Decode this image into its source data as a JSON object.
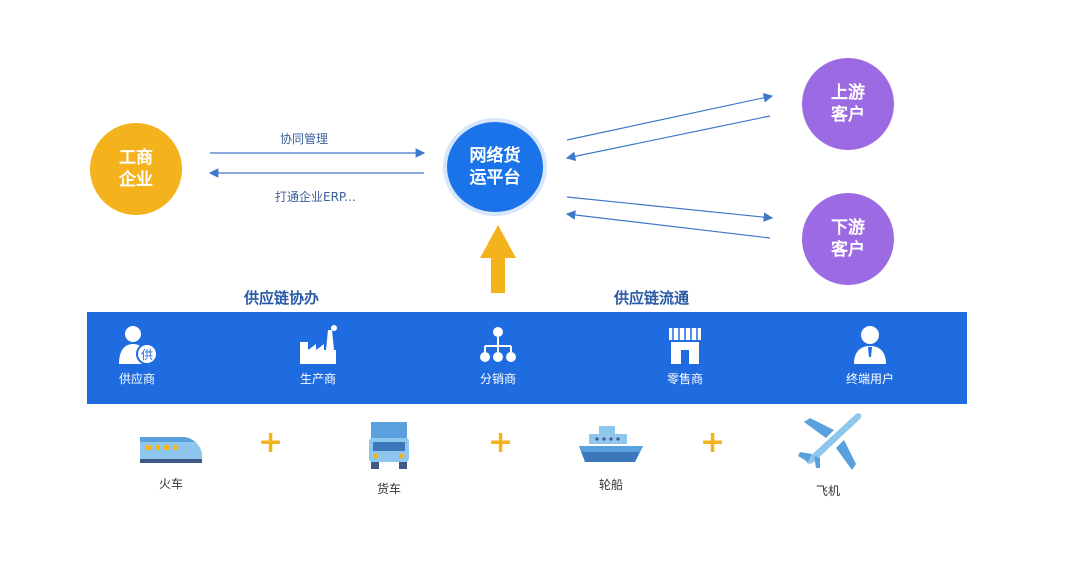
{
  "nodes": {
    "enterprise": "工商\n企业",
    "platform": "网络货\n运平台",
    "upstream": "上游\n客户",
    "downstream": "下游\n客户"
  },
  "links": {
    "top": "协同管理",
    "bottom": "打通企业ERP..."
  },
  "sections": {
    "left": "供应链协办",
    "right": "供应链流通"
  },
  "chain": [
    "供应商",
    "生产商",
    "分销商",
    "零售商",
    "终端用户"
  ],
  "transport": [
    "火车",
    "货车",
    "轮船",
    "飞机"
  ],
  "colors": {
    "blue": "#1f6be0",
    "orange": "#f4b21c",
    "purple": "#9c6ae3"
  }
}
